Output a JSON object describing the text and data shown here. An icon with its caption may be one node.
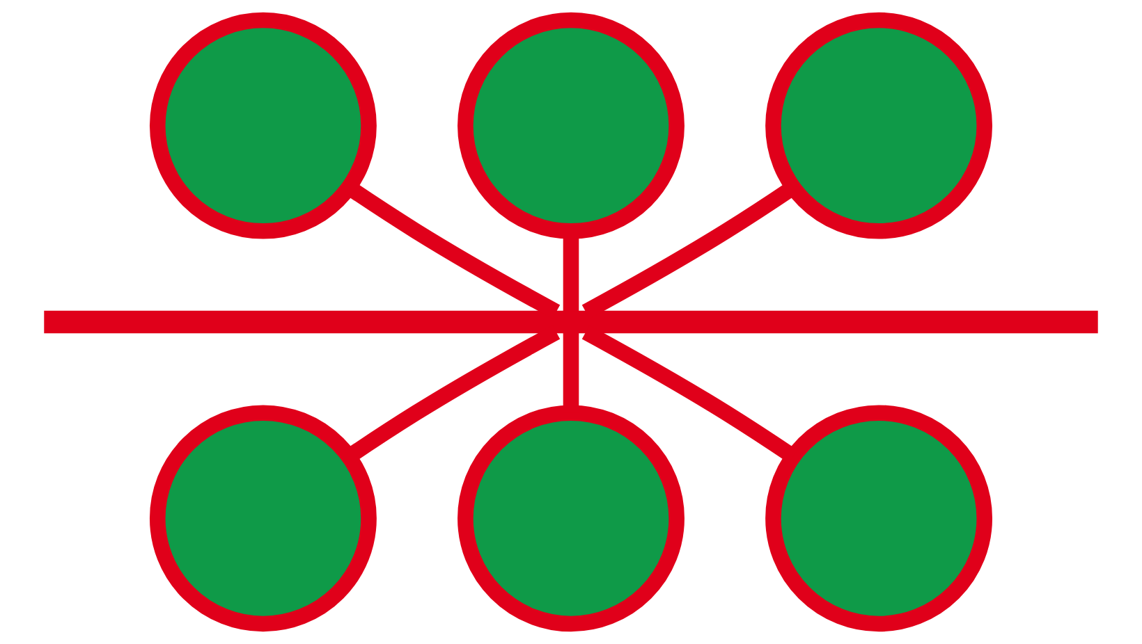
{
  "diagram": {
    "nodes": [
      {
        "text": [],
        "shape": "circle"
      },
      {
        "text": [],
        "shape": "circle"
      },
      {
        "text": [],
        "shape": "circle"
      },
      {
        "text": [],
        "shape": "bar"
      },
      {
        "text": [],
        "shape": "circle"
      },
      {
        "text": [],
        "shape": "circle"
      },
      {
        "text": [],
        "shape": "circle"
      }
    ],
    "edges": [
      {
        "from": 0,
        "to": 3,
        "arrow": "none"
      },
      {
        "from": 1,
        "to": 3,
        "arrow": "none"
      },
      {
        "from": 2,
        "to": 3,
        "arrow": "none"
      },
      {
        "from": 3,
        "to": 4,
        "arrow": "none"
      },
      {
        "from": 3,
        "to": 5,
        "arrow": "none"
      },
      {
        "from": 3,
        "to": 6,
        "arrow": "none"
      }
    ]
  }
}
